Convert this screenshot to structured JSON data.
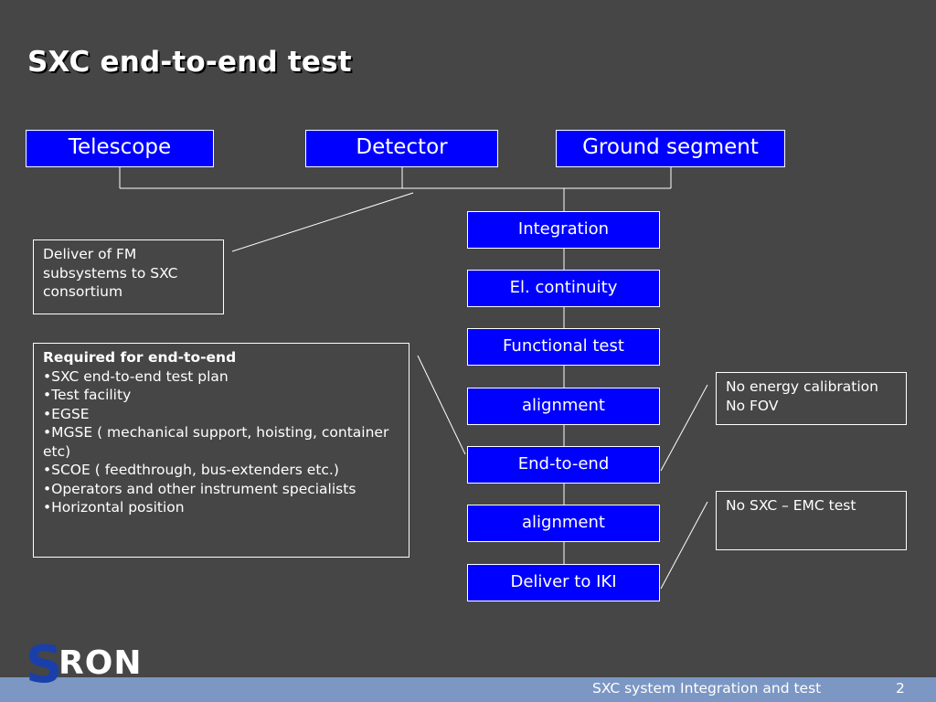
{
  "title": "SXC end-to-end test",
  "inputs": {
    "telescope": "Telescope",
    "detector": "Detector",
    "ground_segment": "Ground segment"
  },
  "steps": [
    "Integration",
    "El. continuity",
    "Functional test",
    "alignment",
    "End-to-end",
    "alignment",
    "Deliver to IKI"
  ],
  "notes": {
    "deliver": "Deliver of FM subsystems to SXC consortium",
    "required_heading": "Required for end-to-end",
    "required_items": [
      "•SXC end-to-end test plan",
      "•Test facility",
      "•EGSE",
      "•MGSE ( mechanical support, hoisting, container etc)",
      "•SCOE ( feedthrough, bus-extenders etc.)",
      "•Operators and other instrument specialists",
      "•Horizontal position"
    ],
    "no_calibration": [
      "No energy calibration",
      "No FOV"
    ],
    "no_emc": "No SXC – EMC test"
  },
  "footer": {
    "text": "SXC system Integration and test",
    "page": "2",
    "logo_s": "S",
    "logo_ron": "RON"
  },
  "colors": {
    "background": "#464646",
    "box_fill": "#0000ff",
    "footer_bar": "#7c97c4",
    "logo_blue": "#1a3faa"
  }
}
